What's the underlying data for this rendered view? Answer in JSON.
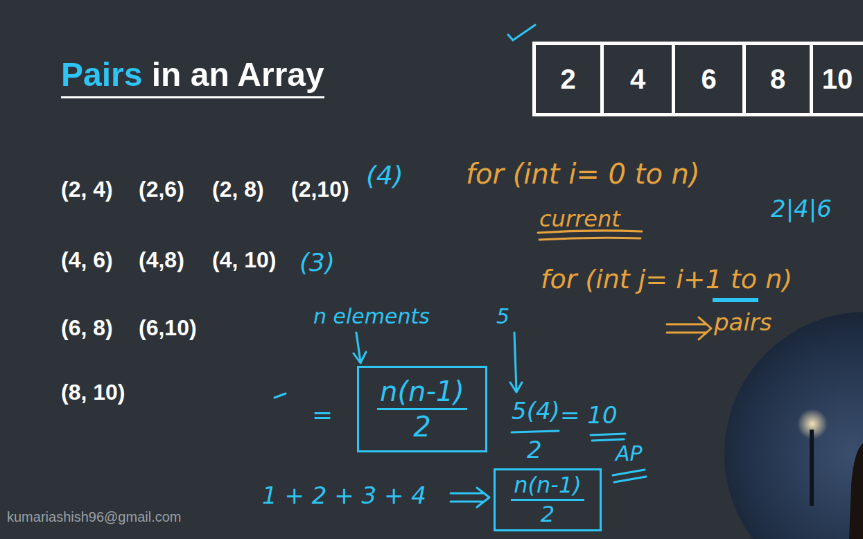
{
  "diagram": {
    "title": "Pairs in an Array",
    "nodes": [
      {
        "text": [
          "2"
        ]
      },
      {
        "text": [
          "4"
        ]
      },
      {
        "text": [
          "6"
        ]
      },
      {
        "text": [
          "8"
        ]
      },
      {
        "text": [
          "10"
        ]
      },
      {
        "text": [
          "n(n-1)",
          "2"
        ]
      },
      {
        "text": [
          "n(n-1)",
          "2"
        ]
      }
    ],
    "labels": [
      "(2, 4)",
      "(2,6)",
      "(2, 8)",
      "(2,10)",
      "(4)",
      "(4, 6)",
      "(4,8)",
      "(4, 10)",
      "(3)",
      "(6, 8)",
      "(6,10)",
      "(8, 10)",
      "for (int i= 0 to n)",
      "2|4|6",
      "current",
      "for (int j= i+1 to n)",
      "pairs",
      "n elements",
      "5",
      "=",
      "5(4)",
      "2",
      "= 10",
      "AP",
      "1 + 2 + 3 + 4",
      "kumariashish96@gmail.com"
    ]
  }
}
